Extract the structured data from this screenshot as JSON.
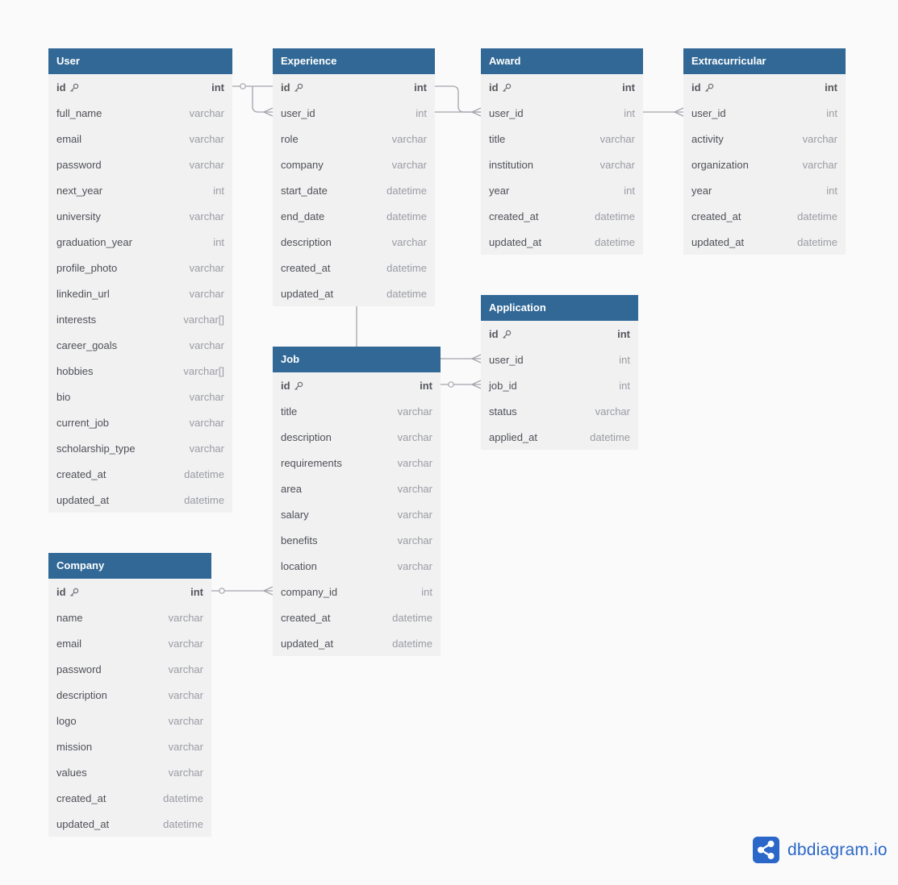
{
  "tables": [
    {
      "id": "user",
      "name": "User",
      "fields": [
        {
          "name": "id",
          "type": "int",
          "pk": true
        },
        {
          "name": "full_name",
          "type": "varchar"
        },
        {
          "name": "email",
          "type": "varchar"
        },
        {
          "name": "password",
          "type": "varchar"
        },
        {
          "name": "next_year",
          "type": "int"
        },
        {
          "name": "university",
          "type": "varchar"
        },
        {
          "name": "graduation_year",
          "type": "int"
        },
        {
          "name": "profile_photo",
          "type": "varchar"
        },
        {
          "name": "linkedin_url",
          "type": "varchar"
        },
        {
          "name": "interests",
          "type": "varchar[]"
        },
        {
          "name": "career_goals",
          "type": "varchar"
        },
        {
          "name": "hobbies",
          "type": "varchar[]"
        },
        {
          "name": "bio",
          "type": "varchar"
        },
        {
          "name": "current_job",
          "type": "varchar"
        },
        {
          "name": "scholarship_type",
          "type": "varchar"
        },
        {
          "name": "created_at",
          "type": "datetime"
        },
        {
          "name": "updated_at",
          "type": "datetime"
        }
      ]
    },
    {
      "id": "experience",
      "name": "Experience",
      "fields": [
        {
          "name": "id",
          "type": "int",
          "pk": true
        },
        {
          "name": "user_id",
          "type": "int"
        },
        {
          "name": "role",
          "type": "varchar"
        },
        {
          "name": "company",
          "type": "varchar"
        },
        {
          "name": "start_date",
          "type": "datetime"
        },
        {
          "name": "end_date",
          "type": "datetime"
        },
        {
          "name": "description",
          "type": "varchar"
        },
        {
          "name": "created_at",
          "type": "datetime"
        },
        {
          "name": "updated_at",
          "type": "datetime"
        }
      ]
    },
    {
      "id": "award",
      "name": "Award",
      "fields": [
        {
          "name": "id",
          "type": "int",
          "pk": true
        },
        {
          "name": "user_id",
          "type": "int"
        },
        {
          "name": "title",
          "type": "varchar"
        },
        {
          "name": "institution",
          "type": "varchar"
        },
        {
          "name": "year",
          "type": "int"
        },
        {
          "name": "created_at",
          "type": "datetime"
        },
        {
          "name": "updated_at",
          "type": "datetime"
        }
      ]
    },
    {
      "id": "extracurricular",
      "name": "Extracurricular",
      "fields": [
        {
          "name": "id",
          "type": "int",
          "pk": true
        },
        {
          "name": "user_id",
          "type": "int"
        },
        {
          "name": "activity",
          "type": "varchar"
        },
        {
          "name": "organization",
          "type": "varchar"
        },
        {
          "name": "year",
          "type": "int"
        },
        {
          "name": "created_at",
          "type": "datetime"
        },
        {
          "name": "updated_at",
          "type": "datetime"
        }
      ]
    },
    {
      "id": "application",
      "name": "Application",
      "fields": [
        {
          "name": "id",
          "type": "int",
          "pk": true
        },
        {
          "name": "user_id",
          "type": "int"
        },
        {
          "name": "job_id",
          "type": "int"
        },
        {
          "name": "status",
          "type": "varchar"
        },
        {
          "name": "applied_at",
          "type": "datetime"
        }
      ]
    },
    {
      "id": "job",
      "name": "Job",
      "fields": [
        {
          "name": "id",
          "type": "int",
          "pk": true
        },
        {
          "name": "title",
          "type": "varchar"
        },
        {
          "name": "description",
          "type": "varchar"
        },
        {
          "name": "requirements",
          "type": "varchar"
        },
        {
          "name": "area",
          "type": "varchar"
        },
        {
          "name": "salary",
          "type": "varchar"
        },
        {
          "name": "benefits",
          "type": "varchar"
        },
        {
          "name": "location",
          "type": "varchar"
        },
        {
          "name": "company_id",
          "type": "int"
        },
        {
          "name": "created_at",
          "type": "datetime"
        },
        {
          "name": "updated_at",
          "type": "datetime"
        }
      ]
    },
    {
      "id": "company",
      "name": "Company",
      "fields": [
        {
          "name": "id",
          "type": "int",
          "pk": true
        },
        {
          "name": "name",
          "type": "varchar"
        },
        {
          "name": "email",
          "type": "varchar"
        },
        {
          "name": "password",
          "type": "varchar"
        },
        {
          "name": "description",
          "type": "varchar"
        },
        {
          "name": "logo",
          "type": "varchar"
        },
        {
          "name": "mission",
          "type": "varchar"
        },
        {
          "name": "values",
          "type": "varchar"
        },
        {
          "name": "created_at",
          "type": "datetime"
        },
        {
          "name": "updated_at",
          "type": "datetime"
        }
      ]
    }
  ],
  "brand": {
    "name": "dbdiagram.io",
    "icon": "share-nodes-icon"
  },
  "colors": {
    "header": "#316896",
    "background": "#fafafb",
    "row": "#f1f1f2",
    "brand": "#2a67c9",
    "link": "#a3a5ab"
  }
}
